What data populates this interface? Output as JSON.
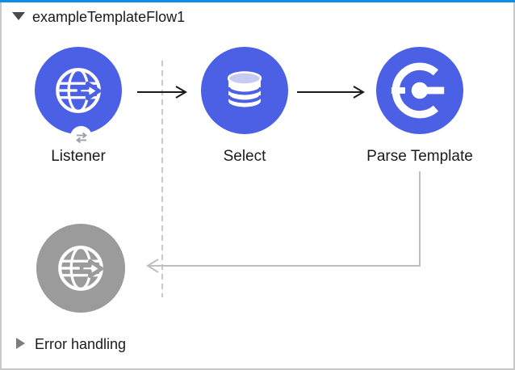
{
  "flow": {
    "title": "exampleTemplateFlow1",
    "error_handling": "Error handling"
  },
  "nodes": {
    "listener": {
      "label": "Listener",
      "state": "active",
      "icon": "http-listener-globe-icon",
      "badge_icon": "swap-arrows-icon"
    },
    "select": {
      "label": "Select",
      "state": "active",
      "icon": "database-icon"
    },
    "parse_template": {
      "label": "Parse Template",
      "state": "active",
      "icon": "core-component-icon"
    },
    "response": {
      "label": "",
      "state": "disabled",
      "icon": "http-response-globe-icon"
    }
  },
  "connectors": {
    "listener_to_select": "black-arrow-right",
    "select_to_parse_template": "black-arrow-right",
    "parse_template_to_response": "gray-elbow-arrow-left",
    "drop_guide": "vertical-dashed-line"
  },
  "colors": {
    "node_blue": "#4C60E6",
    "node_disabled_gray": "#9B9B9B",
    "selection_bar_blue": "#0D8DE3",
    "connector_black": "#1A1A1A",
    "connector_inactive_gray": "#BFBFBF",
    "guide_dashed_gray": "#C9C9C9",
    "db_top_ellipse": "#C8CBF1",
    "canvas_border": "#C8C8C8",
    "text": "#1B1B1B",
    "badge_icon_gray": "#9AA0A6"
  }
}
